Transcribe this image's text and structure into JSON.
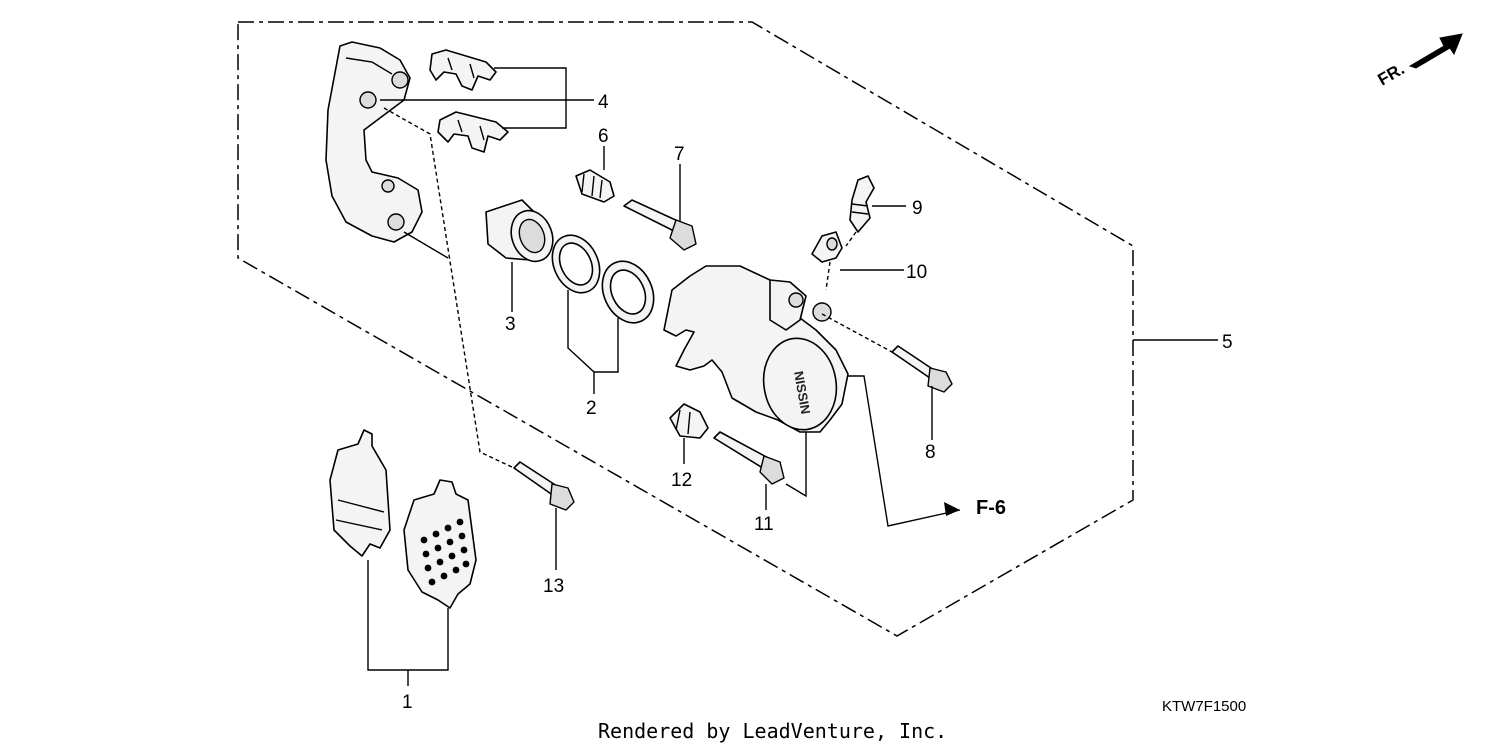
{
  "callouts": {
    "c1": "1",
    "c2": "2",
    "c3": "3",
    "c4": "4",
    "c5": "5",
    "c6": "6",
    "c7": "7",
    "c8": "8",
    "c9": "9",
    "c10": "10",
    "c11": "11",
    "c12": "12",
    "c13": "13"
  },
  "reference": "F-6",
  "direction_label": "FR.",
  "caliper_brand": "NISSIN",
  "diagram_code": "KTW7F1500",
  "credit": "Rendered by LeadVenture, Inc."
}
